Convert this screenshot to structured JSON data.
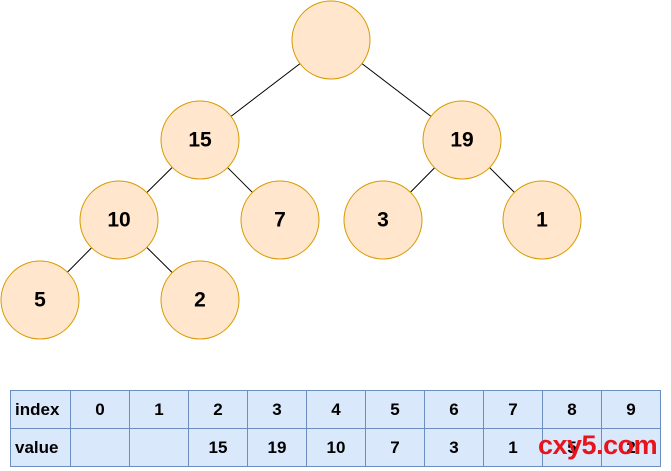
{
  "tree": {
    "nodes": [
      {
        "id": "root",
        "label": ""
      },
      {
        "id": "n15",
        "label": "15"
      },
      {
        "id": "n19",
        "label": "19"
      },
      {
        "id": "n10",
        "label": "10"
      },
      {
        "id": "n7",
        "label": "7"
      },
      {
        "id": "n3",
        "label": "3"
      },
      {
        "id": "n1",
        "label": "1"
      },
      {
        "id": "n5",
        "label": "5"
      },
      {
        "id": "n2",
        "label": "2"
      }
    ],
    "edges": [
      [
        "root",
        "n15"
      ],
      [
        "root",
        "n19"
      ],
      [
        "n15",
        "n10"
      ],
      [
        "n15",
        "n7"
      ],
      [
        "n19",
        "n3"
      ],
      [
        "n19",
        "n1"
      ],
      [
        "n10",
        "n5"
      ],
      [
        "n10",
        "n2"
      ]
    ],
    "colors": {
      "node_fill": "#ffe6cc",
      "node_stroke": "#d79b00",
      "edge": "#000000"
    }
  },
  "array": {
    "index_label": "index",
    "value_label": "value",
    "indices": [
      "0",
      "1",
      "2",
      "3",
      "4",
      "5",
      "6",
      "7",
      "8",
      "9"
    ],
    "values": [
      "",
      "",
      "15",
      "19",
      "10",
      "7",
      "3",
      "1",
      "5",
      "2"
    ],
    "colors": {
      "cell_fill": "#dae8fc",
      "cell_stroke": "#6c8ebf"
    }
  },
  "watermark": {
    "text": "cxy5.com",
    "color": "#e8141c"
  }
}
